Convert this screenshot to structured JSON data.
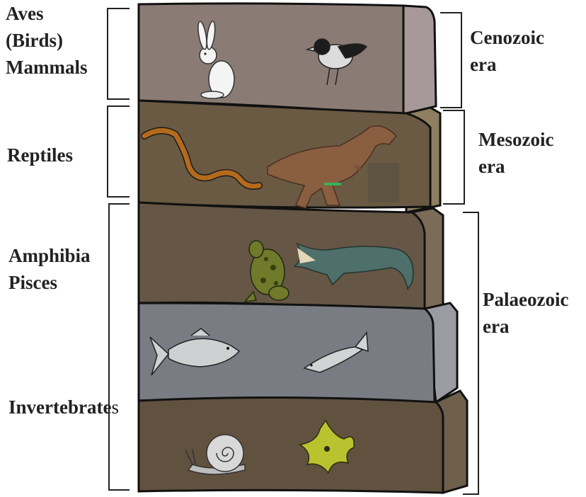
{
  "left_groups": [
    {
      "lines": [
        "Aves",
        "(Birds)",
        "Mammals"
      ]
    },
    {
      "lines": [
        "Reptiles"
      ]
    },
    {
      "lines": [
        "Amphibia",
        "Pisces"
      ]
    },
    {
      "lines": [
        "Invertebrate",
        "s"
      ]
    }
  ],
  "right_eras": [
    {
      "lines": [
        "Cenozoic",
        "era"
      ]
    },
    {
      "lines": [
        "Mesozoic",
        "era"
      ]
    },
    {
      "lines": [
        "Palaeozoic",
        "era"
      ]
    }
  ],
  "colors": {
    "layer_cenozoic": "#8a7b74",
    "layer_mesozoic": "#6a5a43",
    "layer_palaeo_upper": "#665645",
    "layer_palaeo_fish": "#7a7c84",
    "layer_palaeo_lower": "#61513f",
    "text": "#222222"
  },
  "icons": [
    "rabbit-icon",
    "bird-icon",
    "snake-icon",
    "dinosaur-icon",
    "frog-icon",
    "crocodile-icon",
    "fish-icon",
    "small-fish-icon",
    "snail-icon",
    "starfish-icon"
  ]
}
